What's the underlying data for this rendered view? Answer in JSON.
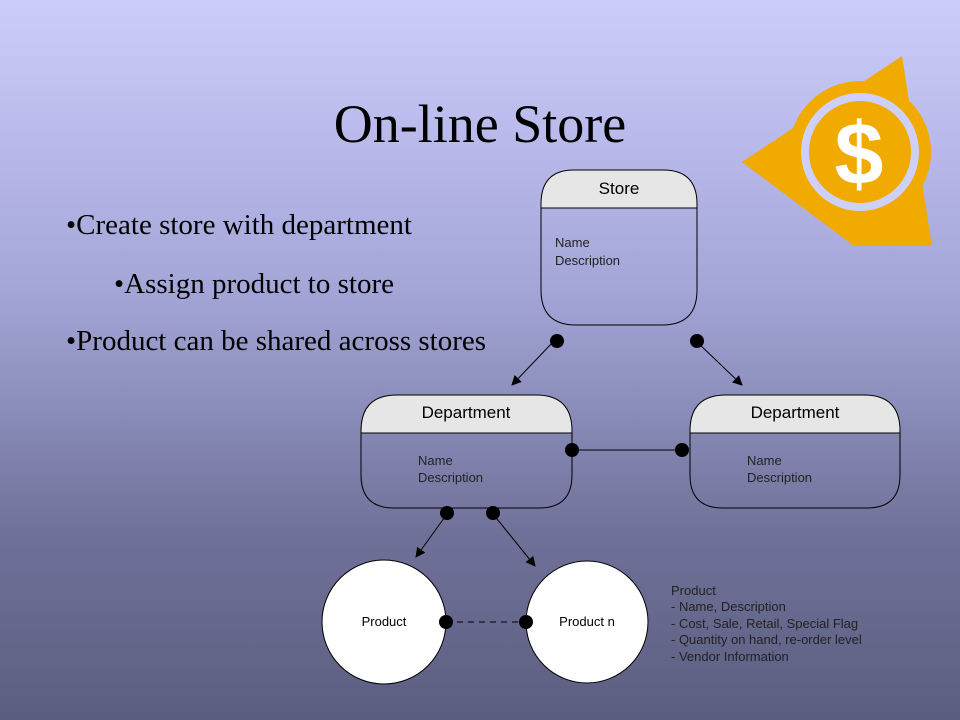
{
  "slide": {
    "title": "On-line Store",
    "bullets": [
      "•Create store with department",
      "•Assign product to store",
      "•Product can be shared across stores"
    ]
  },
  "logo": {
    "icon": "dollar-icon",
    "symbol": "$",
    "color": "#f0aa00"
  },
  "diagram": {
    "store": {
      "header": "Store",
      "fields": [
        "Name",
        "Description"
      ]
    },
    "department_left": {
      "header": "Department",
      "fields": [
        "Name",
        "Description"
      ]
    },
    "department_right": {
      "header": "Department",
      "fields": [
        "Name",
        "Description"
      ]
    },
    "product_1": {
      "label": "Product"
    },
    "product_n": {
      "label": "Product n"
    },
    "product_notes": [
      "Product",
      "- Name, Description",
      "- Cost, Sale, Retail, Special Flag",
      "- Quantity on hand, re-order level",
      "- Vendor Information"
    ]
  }
}
